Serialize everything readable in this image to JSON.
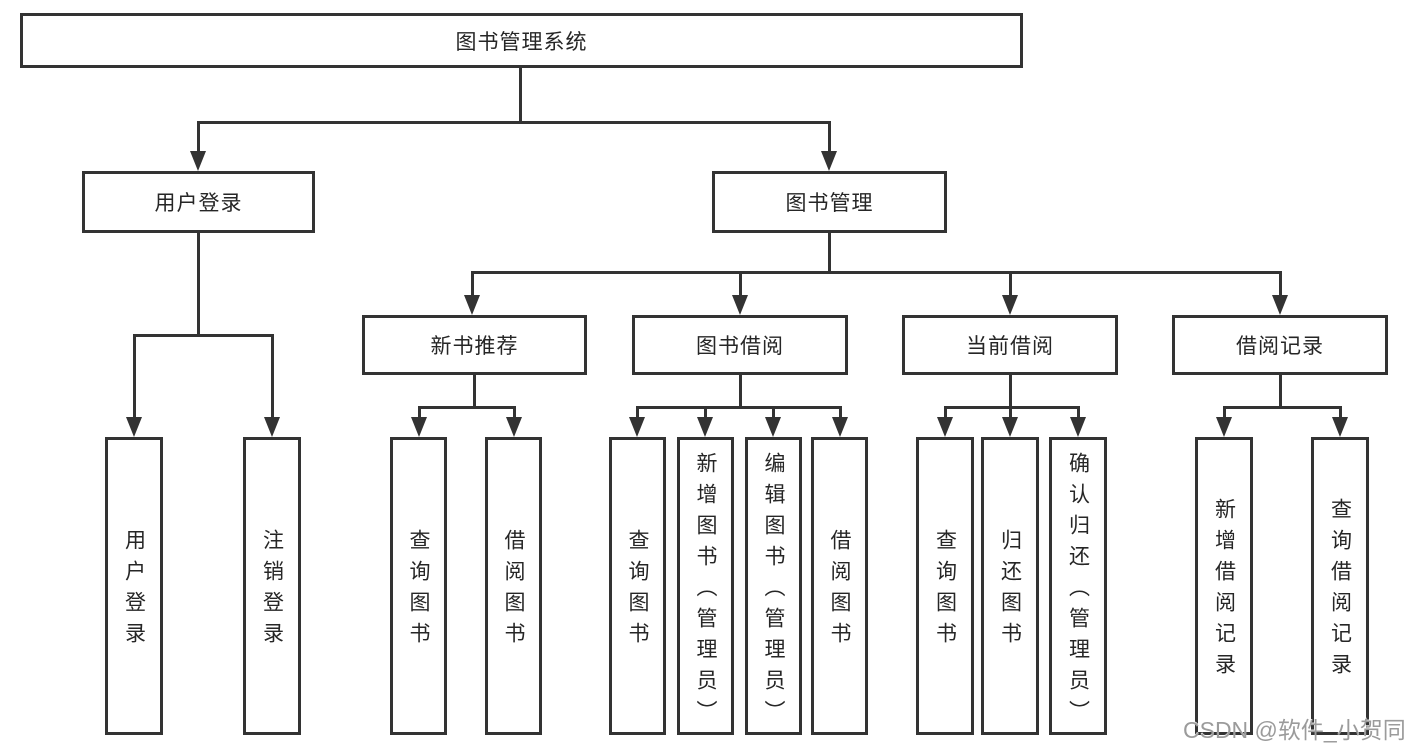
{
  "title": "图书管理系统",
  "watermark": "CSDN @软件_小贺同学",
  "colors": {
    "line": "#333333",
    "text": "#262626",
    "background": "#ffffff",
    "watermark": "#9b9b9b"
  },
  "nodes": {
    "root": "图书管理系统",
    "user_login": "用户登录",
    "book_management": "图书管理",
    "new_book_recommend": "新书推荐",
    "book_borrowing": "图书借阅",
    "current_borrowing": "当前借阅",
    "borrowing_records": "借阅记录",
    "leaf_user_login": "用户登录",
    "leaf_logout": "注销登录",
    "leaf_nb_query_books": "查询图书",
    "leaf_nb_borrow_books": "借阅图书",
    "leaf_bb_query_books": "查询图书",
    "leaf_bb_add_books": "新增图书（管理员）",
    "leaf_bb_edit_books": "编辑图书（管理员）",
    "leaf_bb_borrow_books": "借阅图书",
    "leaf_cb_query_books": "查询图书",
    "leaf_cb_return_books": "归还图书",
    "leaf_cb_confirm_return": "确认归还（管理员）",
    "leaf_br_add_record": "新增借阅记录",
    "leaf_br_query_record": "查询借阅记录"
  },
  "hierarchy": {
    "root": [
      "user_login",
      "book_management"
    ],
    "user_login": [
      "leaf_user_login",
      "leaf_logout"
    ],
    "book_management": [
      "new_book_recommend",
      "book_borrowing",
      "current_borrowing",
      "borrowing_records"
    ],
    "new_book_recommend": [
      "leaf_nb_query_books",
      "leaf_nb_borrow_books"
    ],
    "book_borrowing": [
      "leaf_bb_query_books",
      "leaf_bb_add_books",
      "leaf_bb_edit_books",
      "leaf_bb_borrow_books"
    ],
    "current_borrowing": [
      "leaf_cb_query_books",
      "leaf_cb_return_books",
      "leaf_cb_confirm_return"
    ],
    "borrowing_records": [
      "leaf_br_add_record",
      "leaf_br_query_record"
    ]
  }
}
